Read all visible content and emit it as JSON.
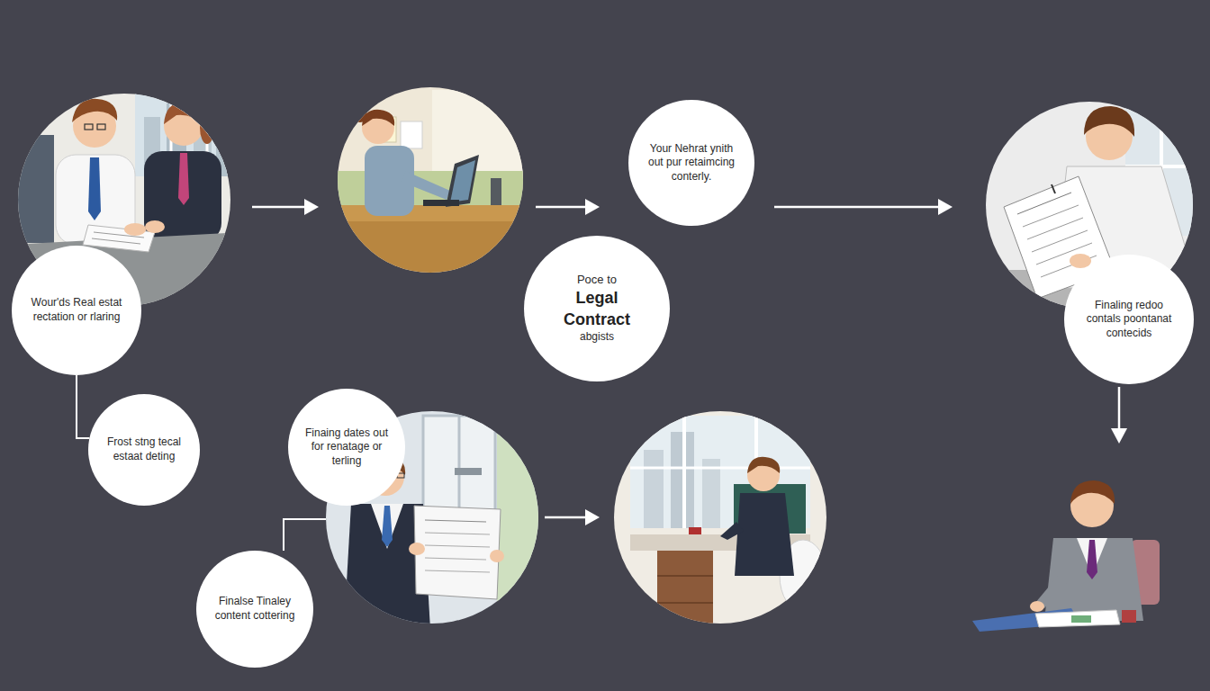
{
  "diagram": {
    "nodes": [
      {
        "text": [
          "Wour'ds Real estat rectation or rlaring"
        ]
      },
      {
        "text": [
          "Your Nehrat ynith out pur retaimcing conterly."
        ]
      },
      {
        "text": [
          "Poce to",
          "Legal Contract",
          "abgists"
        ]
      },
      {
        "text": [
          "Finaling redoo contals poontanat contecids"
        ]
      },
      {
        "text": [
          "Frost stng tecal estaat deting"
        ]
      },
      {
        "text": [
          "Finaing dates out for renatage or terling"
        ]
      },
      {
        "text": [
          "Finalse Tinaley content cottering"
        ]
      }
    ],
    "edges": [
      {
        "from": 0,
        "to": 4,
        "arrow": "none"
      }
    ]
  }
}
